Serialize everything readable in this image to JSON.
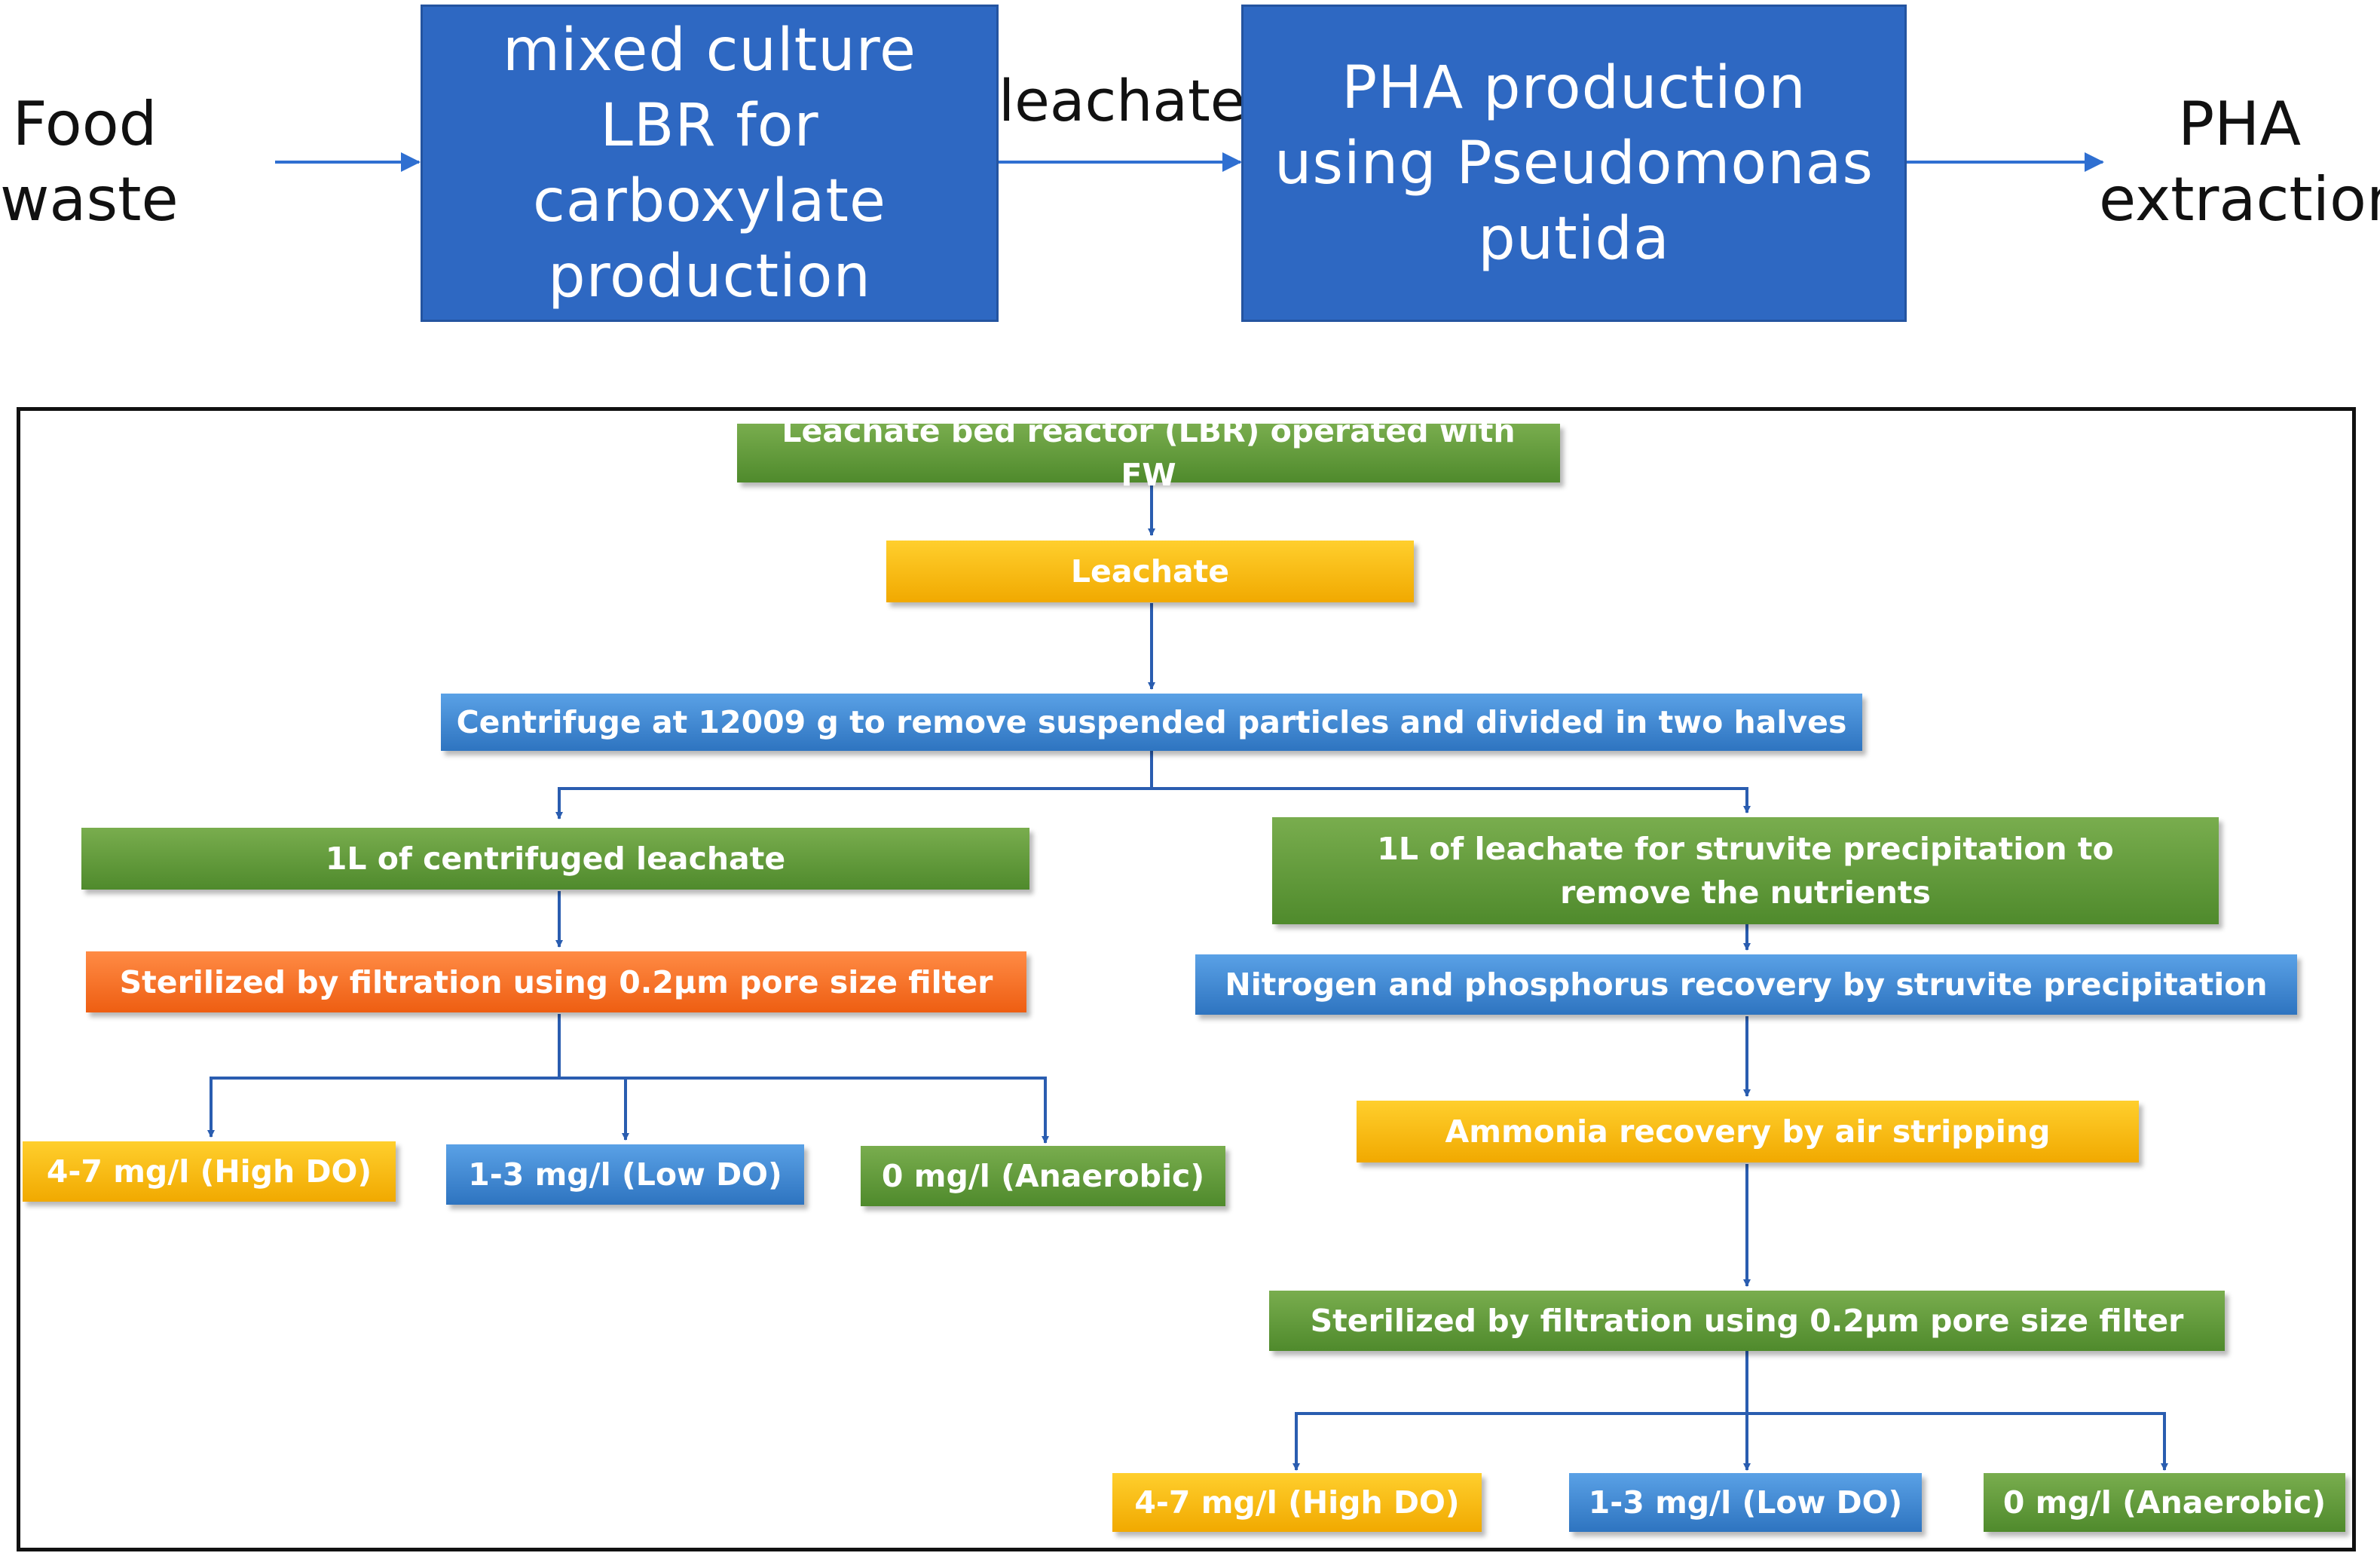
{
  "top_flow": {
    "input_label": "Food\nwaste",
    "box1": "mixed culture\nLBR for\ncarboxylate\nproduction",
    "connector_label": "leachate",
    "box2": "PHA production\nusing Pseudomonas\nputida",
    "output_label": "PHA\nextraction"
  },
  "flowchart": {
    "lbr": "Leachate bed reactor (LBR) operated with FW",
    "leachate": "Leachate",
    "centrifuge": "Centrifuge at 12009 g to remove suspended particles and divided in two halves",
    "left": {
      "centrifuged": "1L of centrifuged leachate",
      "sterilized": "Sterilized by filtration using 0.2µm pore size filter",
      "high_do": "4-7 mg/l (High DO)",
      "low_do": "1-3 mg/l (Low DO)",
      "anaerobic": "0 mg/l (Anaerobic)"
    },
    "right": {
      "struvite_leachate": "1L of leachate for struvite precipitation to remove the nutrients",
      "np_recovery": "Nitrogen and phosphorus recovery by struvite precipitation",
      "ammonia": "Ammonia recovery by air stripping",
      "sterilized": "Sterilized by filtration using 0.2µm pore size filter",
      "high_do": "4-7 mg/l (High DO)",
      "low_do": "1-3 mg/l (Low DO)",
      "anaerobic": "0 mg/l (Anaerobic)"
    }
  },
  "colors": {
    "top_box": "#2e68c2",
    "green": "#5a9434",
    "yellow": "#ffc000",
    "blue": "#3d85d0",
    "orange": "#f26b1d",
    "connector": "#2a5db0"
  }
}
